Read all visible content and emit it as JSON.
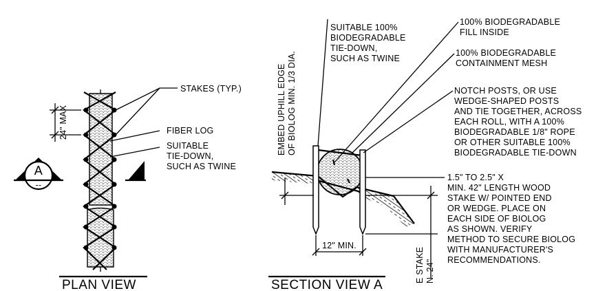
{
  "plan_view": {
    "title": "PLAN VIEW",
    "dimension_24_max": "24\" MAX",
    "stakes_typ": "STAKES (TYP.)",
    "fiber_log": "FIBER LOG",
    "tiedown": [
      "SUITABLE",
      "TIE-DOWN,",
      "SUCH AS TWINE"
    ],
    "section_marker": "A",
    "section_marker_sub": "--"
  },
  "section_view": {
    "title": "SECTION VIEW A",
    "embed_note": [
      "EMBED UPHILL EDGE",
      "OF BIOLOG MIN. 1/3 DIA."
    ],
    "tiedown_note": [
      "SUITABLE 100%",
      "BIODEGRADABLE",
      "TIE-DOWN,",
      "SUCH AS TWINE"
    ],
    "fill_note": [
      "100% BIODEGRADABLE",
      "FILL INSIDE"
    ],
    "mesh_note": [
      "100% BIODEGRADABLE",
      "CONTAINMENT MESH"
    ],
    "notch_note": [
      "NOTCH POSTS, OR USE",
      "WEDGE-SHAPED POSTS",
      "AND TIE TOGETHER, ACROSS",
      "EACH ROLL, WITH A 100%",
      "BIODEGRADABLE 1/8\" ROPE",
      "OR OTHER SUITABLE 100%",
      "BIODEGRADABLE TIE-DOWN"
    ],
    "stake_note": [
      "1.5\" TO 2.5\" X",
      "MIN. 42\" LENGTH WOOD",
      "STAKE W/ POINTED END",
      "OR WEDGE. PLACE ON",
      "EACH SIDE OF BIOLOG",
      "AS SHOWN. VERIFY",
      "METHOD TO SECURE BIOLOG",
      "WITH MANUFACTURER'S",
      "RECOMMENDATIONS."
    ],
    "dimension_12_min": "12\" MIN.",
    "stake_depth": [
      "E STAKE",
      "N. 24\""
    ]
  }
}
